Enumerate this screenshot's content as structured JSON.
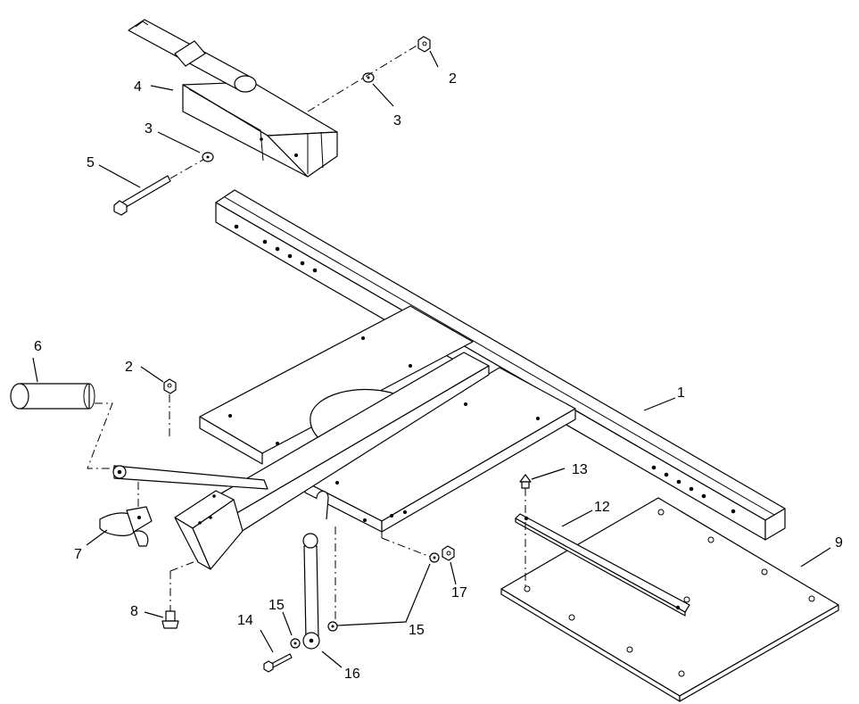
{
  "diagram": {
    "callouts": [
      {
        "id": "c1",
        "label": "1"
      },
      {
        "id": "c2a",
        "label": "2"
      },
      {
        "id": "c2b",
        "label": "2"
      },
      {
        "id": "c3a",
        "label": "3"
      },
      {
        "id": "c3b",
        "label": "3"
      },
      {
        "id": "c4",
        "label": "4"
      },
      {
        "id": "c5",
        "label": "5"
      },
      {
        "id": "c6",
        "label": "6"
      },
      {
        "id": "c7",
        "label": "7"
      },
      {
        "id": "c8",
        "label": "8"
      },
      {
        "id": "c9",
        "label": "9"
      },
      {
        "id": "c12",
        "label": "12"
      },
      {
        "id": "c13",
        "label": "13"
      },
      {
        "id": "c14",
        "label": "14"
      },
      {
        "id": "c15a",
        "label": "15"
      },
      {
        "id": "c15b",
        "label": "15"
      },
      {
        "id": "c16",
        "label": "16"
      },
      {
        "id": "c17",
        "label": "17"
      }
    ]
  }
}
